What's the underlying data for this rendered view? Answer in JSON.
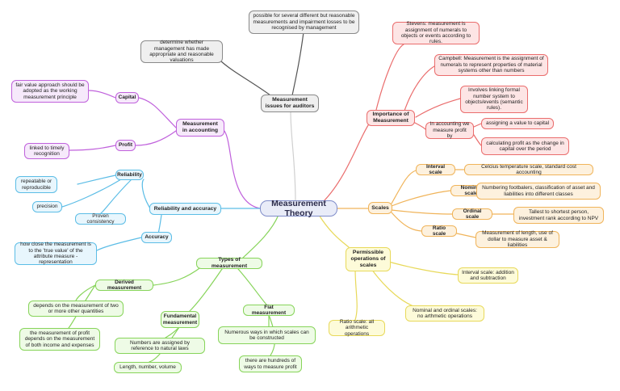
{
  "colors": {
    "purple": "#c061dc",
    "blue": "#5cbde6",
    "green": "#87d45a",
    "yellow": "#e8d95a",
    "orange": "#f0b45a",
    "red": "#ea6d6d",
    "grey": "#8a8a8a",
    "center": "#7f8cc9"
  },
  "nodes": {
    "center": "Measurement Theory",
    "auditors": "Measurement issues for auditors",
    "auditors_possible": "possible for several different but reasonable measurements and impairment losses to be recognised by management",
    "auditors_determine": "determine whether management has made appropriate and reasonable valuations",
    "accounting": "Measurement in accounting",
    "capital": "Capital",
    "capital_fair": "fair value approach should be adopted as the working measurement principle",
    "profit": "Profit",
    "profit_linked": "linked to timely recognition",
    "reliability_accuracy": "Reliability and accuracy",
    "reliability": "Reliability",
    "repeatable": "repeatable or reproducible",
    "precision": "precision",
    "proven": "Proven consistency",
    "accuracy": "Accuracy",
    "accuracy_def": "how close the measurement is to the 'true value' of the attribute measure - representation",
    "types": "Types of measurement",
    "derived": "Derived measurement",
    "derived_depends": "depends on the measurement of two or more other quantities",
    "derived_profit": "the measurement of profit depends on the measurement of both income and expenses",
    "fundamental": "Fundamental measurement",
    "fund_numbers": "Numbers are assigned by reference to natural laws",
    "fund_length": "Length, number, volume",
    "fiat": "Fiat measurement",
    "fiat_ways": "Numerous ways in which scales can be constructed",
    "fiat_hundreds": "there are hundreds of ways to measure profit",
    "permissible": "Permissible operations of scales",
    "perm_interval": "Interval scale: addition and subtraction",
    "perm_nominal": "Nominal and ordinal scales: no arthmetic operations",
    "perm_ratio": "Ratio scale: all arithmetic operations",
    "scales": "Scales",
    "interval": "Interval scale",
    "interval_ex": "Celcius temperature scale, standard cost accounting",
    "nominal": "Nominal scale",
    "nominal_ex": "Numbering footbalers, classification of asset and liabilities into different classes",
    "ordinal": "Ordinal scale",
    "ordinal_ex": "Tallest to shortest person, investment rank according to NPV",
    "ratio": "Ratio scale",
    "ratio_ex": "Measurement of length, use of dollar to measure asset & liabilities",
    "importance": "Importance of Measurement",
    "stevens": "Stevens: measurement is assignment of numerals to objects or events according to rules.",
    "campbell": "Campbell: Measurement is the assignment of numerals to represent properties of material systems other than numbers",
    "linking": "Involves linking formal number system to objects/events (semantic rules).",
    "accounting_profit": "In accounting we measure profit by",
    "assigning": "assigning a value to capital",
    "calculating": "calculating profit as the change in capital over the period"
  }
}
